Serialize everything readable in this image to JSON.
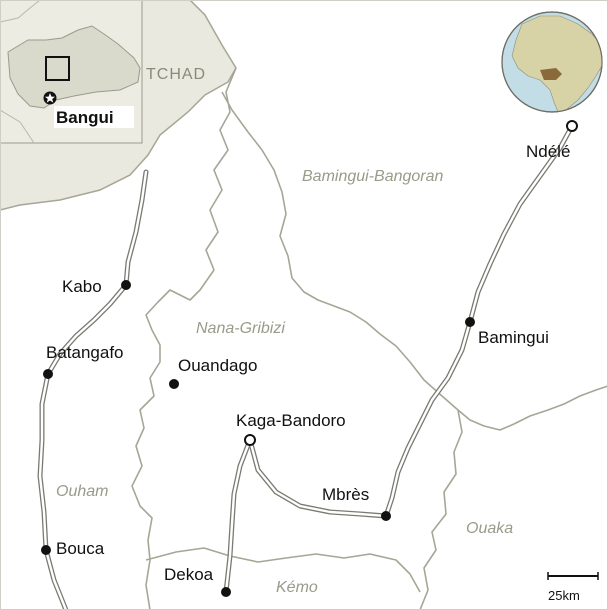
{
  "colors": {
    "land": "#e9e9df",
    "road_outline": "#7a7a72",
    "border": "#a6a696",
    "ocean": "#c3dde7"
  },
  "country_label": "TCHAD",
  "inset": {
    "capital": "Bangui"
  },
  "towns": {
    "ndele": "Ndélé",
    "kabo": "Kabo",
    "batangafo": "Batangafo",
    "bamingui": "Bamingui",
    "ouandago": "Ouandago",
    "kaga_bandoro": "Kaga-Bandoro",
    "mbres": "Mbrès",
    "bouca": "Bouca",
    "dekoa": "Dekoa"
  },
  "regions": {
    "bamingui_bangoran": "Bamingui-Bangoran",
    "nana_gribizi": "Nana-Gribizi",
    "ouham": "Ouham",
    "ouaka": "Ouaka",
    "kemo": "Kémo"
  },
  "scale_label": "25km",
  "icons": {
    "capital": "star-in-circle-icon",
    "town": "filled-dot-icon",
    "prefecture": "hollow-circle-icon",
    "globe": "globe-icon"
  }
}
